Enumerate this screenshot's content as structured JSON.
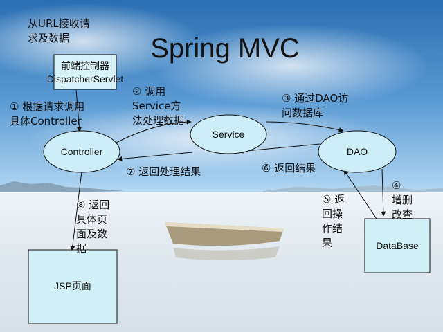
{
  "title": "Spring MVC",
  "nodes": {
    "dispatcher": {
      "line1": "前端控制器",
      "line2": "DispatcherServlet"
    },
    "controller": "Controller",
    "service": "Service",
    "dao": "DAO",
    "database": "DataBase",
    "jsp": "JSP页面"
  },
  "notes": {
    "url": "从URL接收请\n求及数据",
    "step1": "① 根据请求调用\n具体Controller",
    "step2": "② 调用\nService方\n法处理数据",
    "step3": "③ 通过DAO访\n问数据库",
    "step4": "④\n增删\n改查",
    "step5": "⑤ 返\n回操\n作结\n果",
    "step6": "⑥ 返回结果",
    "step7": "⑦ 返回处理结果",
    "step8": "⑧ 返回\n具体页\n面及数\n据"
  },
  "colors": {
    "node_fill": "#cdeef6",
    "stroke": "#111111",
    "sky_top": "#2f77b8",
    "sky_mid": "#8fc1e6",
    "horizon": "#e9f2f7",
    "ground": "#dfe9ee"
  }
}
